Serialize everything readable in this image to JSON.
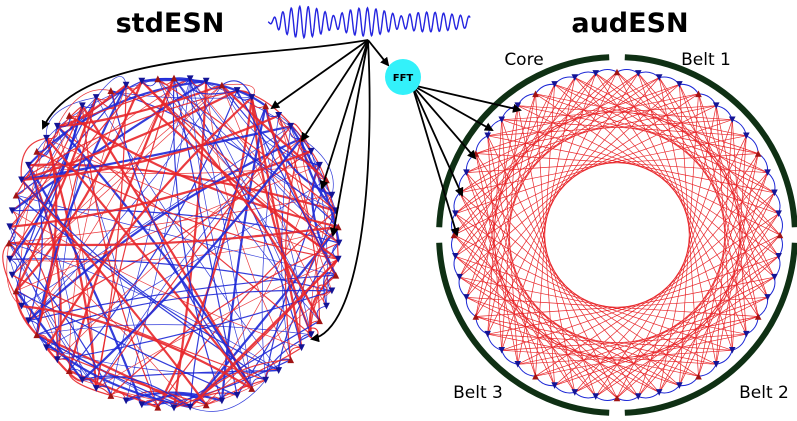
{
  "titles": {
    "left": "stdESN",
    "right": "audESN"
  },
  "fft": {
    "label": "FFT",
    "color": "#33f1fa"
  },
  "regions": {
    "core": "Core",
    "belt1": "Belt 1",
    "belt2": "Belt 2",
    "belt3": "Belt 3"
  },
  "colors": {
    "excitatory": "#e8262a",
    "inhibitory": "#1d28d6",
    "input_arrow": "#000000",
    "ring": "#0f3014",
    "signal": "#2424e0",
    "node_red": "#a01414",
    "node_blue": "#141496"
  },
  "networks": {
    "std": {
      "node_count": 64
    },
    "aud": {
      "node_count": 48
    }
  }
}
